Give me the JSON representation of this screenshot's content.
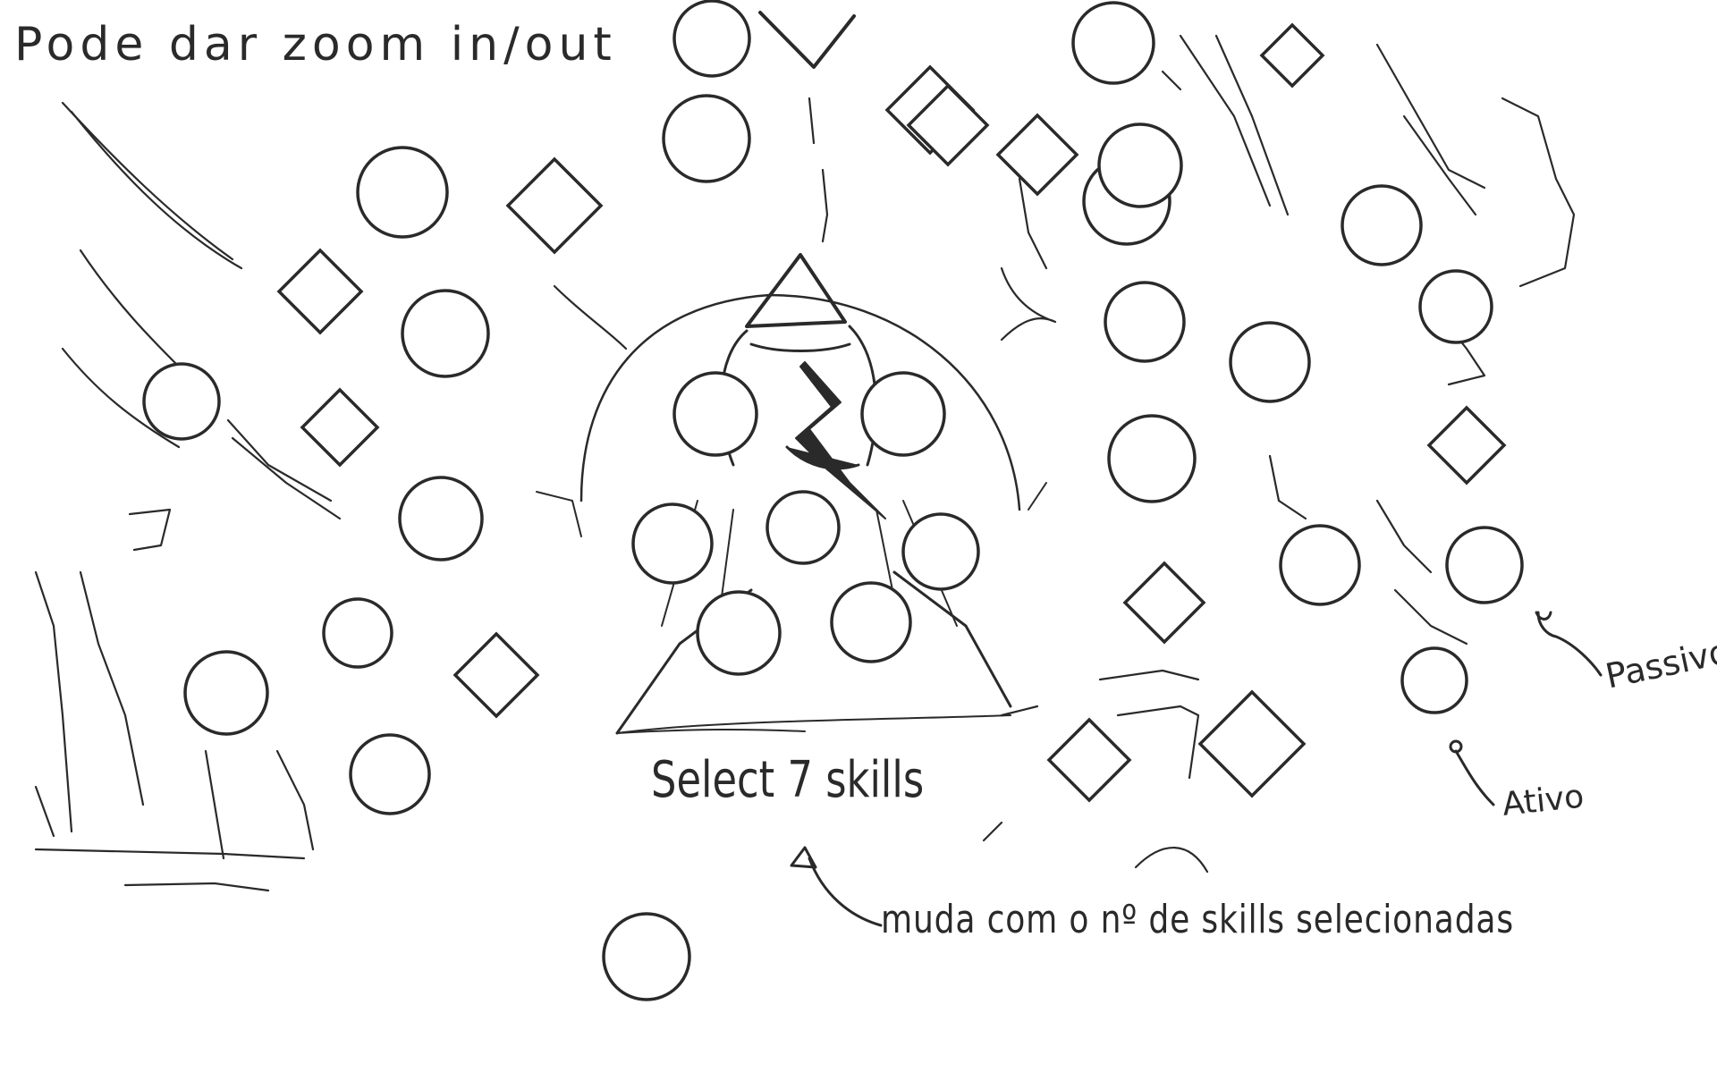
{
  "annotations": {
    "zoom_note": "Pode dar zoom in/out",
    "select_label": "Select 7 skills",
    "count_note": "muda com o nº de skills selecionadas",
    "passive_label": "Passivo",
    "active_label": "Ativo"
  },
  "legend": {
    "active_shape": "circle",
    "passive_shape": "diamond"
  },
  "colors": {
    "ink": "#2a2a2a",
    "background": "#ffffff",
    "fill": "#ffffff"
  },
  "skill_tree": {
    "center_figure": "hooded-character",
    "equipped_slot_count": 7,
    "skill_nodes": [
      {
        "type": "active"
      },
      {
        "type": "active"
      },
      {
        "type": "active"
      },
      {
        "type": "passive"
      },
      {
        "type": "active"
      },
      {
        "type": "passive"
      },
      {
        "type": "active"
      },
      {
        "type": "passive"
      },
      {
        "type": "passive"
      },
      {
        "type": "active"
      },
      {
        "type": "active"
      },
      {
        "type": "active"
      },
      {
        "type": "passive"
      },
      {
        "type": "active"
      },
      {
        "type": "active"
      },
      {
        "type": "active"
      },
      {
        "type": "active"
      },
      {
        "type": "active"
      },
      {
        "type": "passive"
      },
      {
        "type": "passive"
      },
      {
        "type": "passive"
      },
      {
        "type": "passive"
      },
      {
        "type": "passive"
      },
      {
        "type": "active"
      },
      {
        "type": "active"
      },
      {
        "type": "active"
      },
      {
        "type": "active"
      },
      {
        "type": "active"
      },
      {
        "type": "active"
      },
      {
        "type": "passive"
      },
      {
        "type": "active"
      },
      {
        "type": "passive"
      },
      {
        "type": "active"
      },
      {
        "type": "active"
      },
      {
        "type": "passive"
      }
    ]
  }
}
